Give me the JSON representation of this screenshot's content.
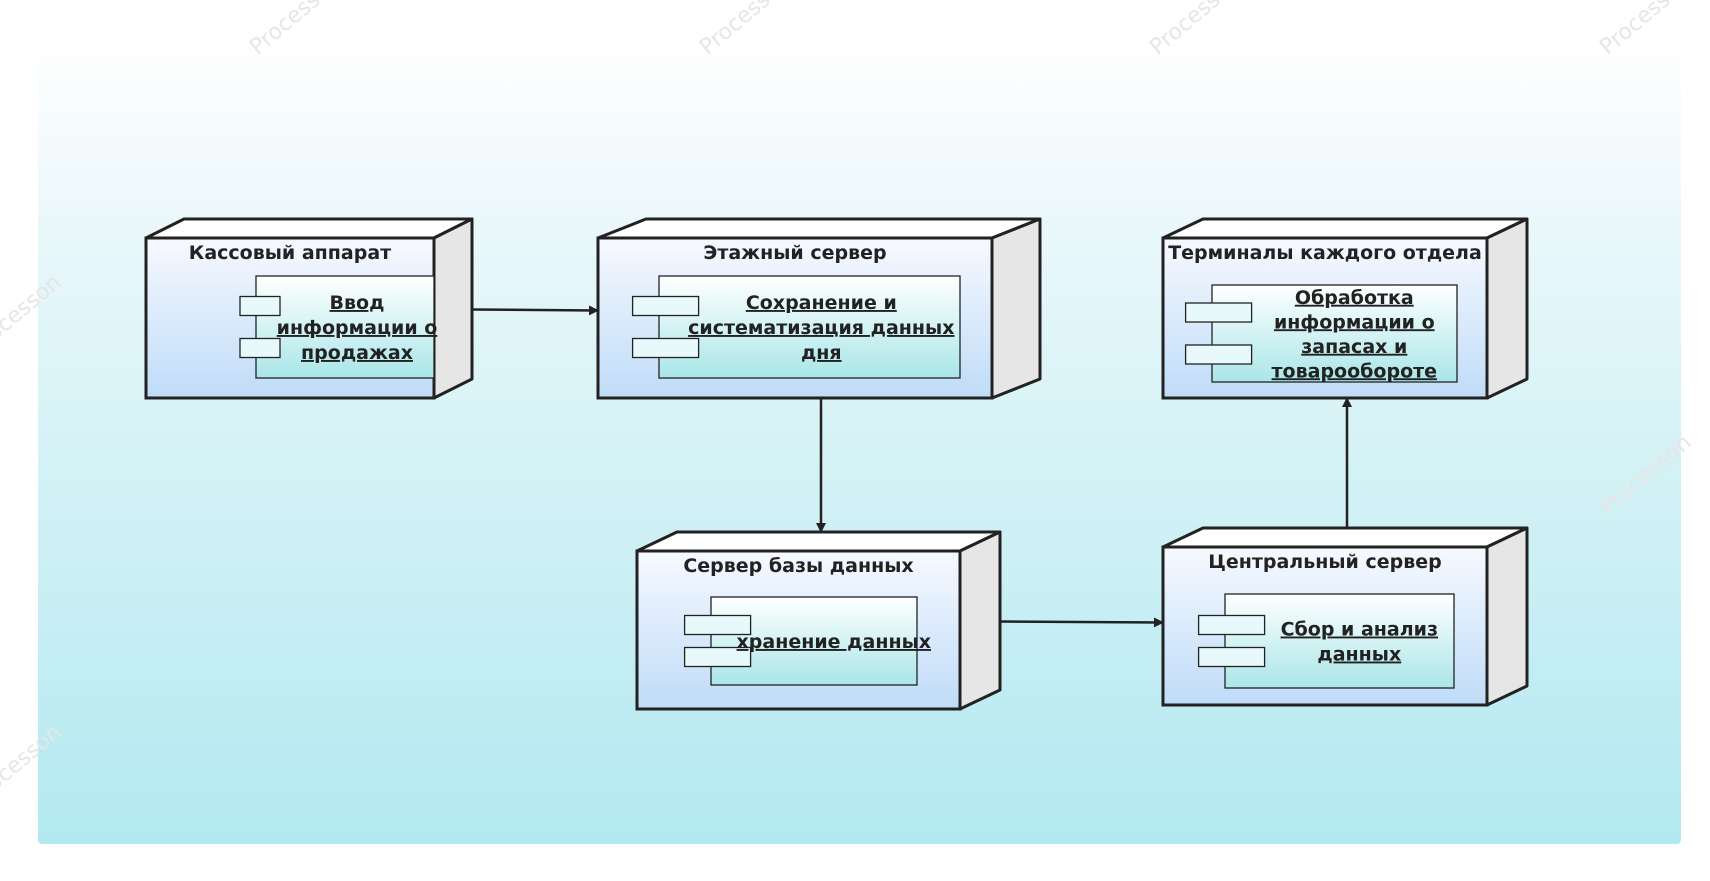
{
  "watermark": "Processon",
  "nodes": [
    {
      "id": "cash",
      "title": "Кассовый аппарат",
      "component": [
        "Ввод",
        "информации о",
        "продажах"
      ]
    },
    {
      "id": "floor",
      "title": "Этажный сервер",
      "component": [
        "Сохранение и",
        "систематизация данных",
        "дня"
      ]
    },
    {
      "id": "terminals",
      "title": "Терминалы каждого отдела",
      "component": [
        "Обработка",
        "информации о",
        "запасах и",
        "товарообороте"
      ]
    },
    {
      "id": "db",
      "title": "Сервер базы данных",
      "component": [
        "хранение данных"
      ]
    },
    {
      "id": "central",
      "title": "Центральный сервер",
      "component": [
        "Сбор и анализ",
        "данных"
      ]
    }
  ],
  "edges": [
    {
      "from": "cash",
      "to": "floor"
    },
    {
      "from": "floor",
      "to": "db"
    },
    {
      "from": "db",
      "to": "central"
    },
    {
      "from": "central",
      "to": "terminals"
    }
  ],
  "colors": {
    "stroke": "#222222",
    "bg_top": "#ffffff",
    "bg_bottom": "#b2e9f0",
    "node_top": "#f7f9ff",
    "node_bottom": "#bfdcf8",
    "comp_top": "#ffffff",
    "comp_bottom": "#aae6e8",
    "side": "#e6e6e6"
  }
}
